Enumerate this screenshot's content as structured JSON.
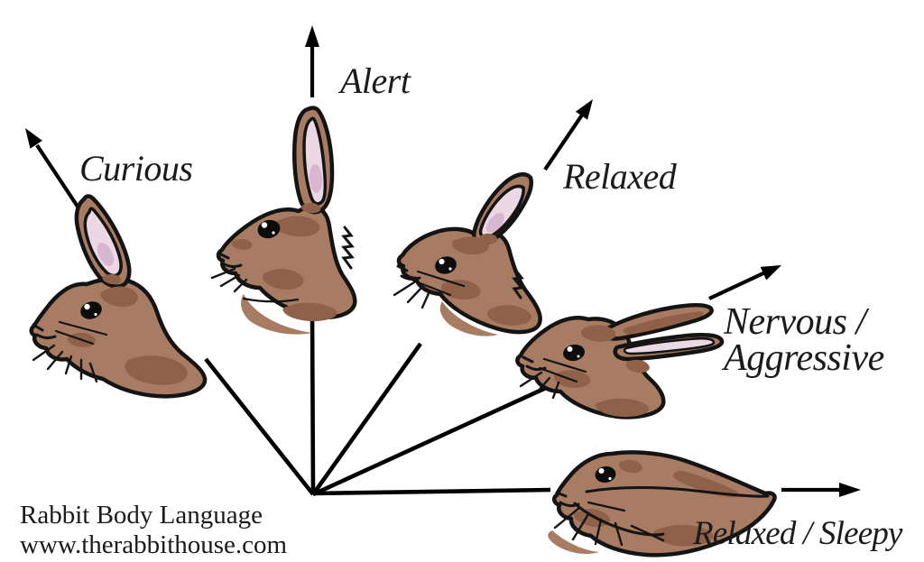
{
  "labels": {
    "curious": "Curious",
    "alert": "Alert",
    "relaxed": "Relaxed",
    "nervous": [
      "Nervous /",
      "Aggressive"
    ],
    "sleepy": "Relaxed / Sleepy"
  },
  "footer": {
    "title": "Rabbit Body Language",
    "website": "www.therabbithouse.com"
  },
  "colors": {
    "background": "#ffffff",
    "line": "#000000",
    "text": "#1b1b1b",
    "outline": "#141414",
    "rabbit_body": "#a87c62",
    "rabbit_shade": "#8f6149",
    "rabbit_light": "#b78b6f",
    "inner_ear": "#ecd7e5",
    "inner_ear_shade": "#d9b6cf"
  }
}
